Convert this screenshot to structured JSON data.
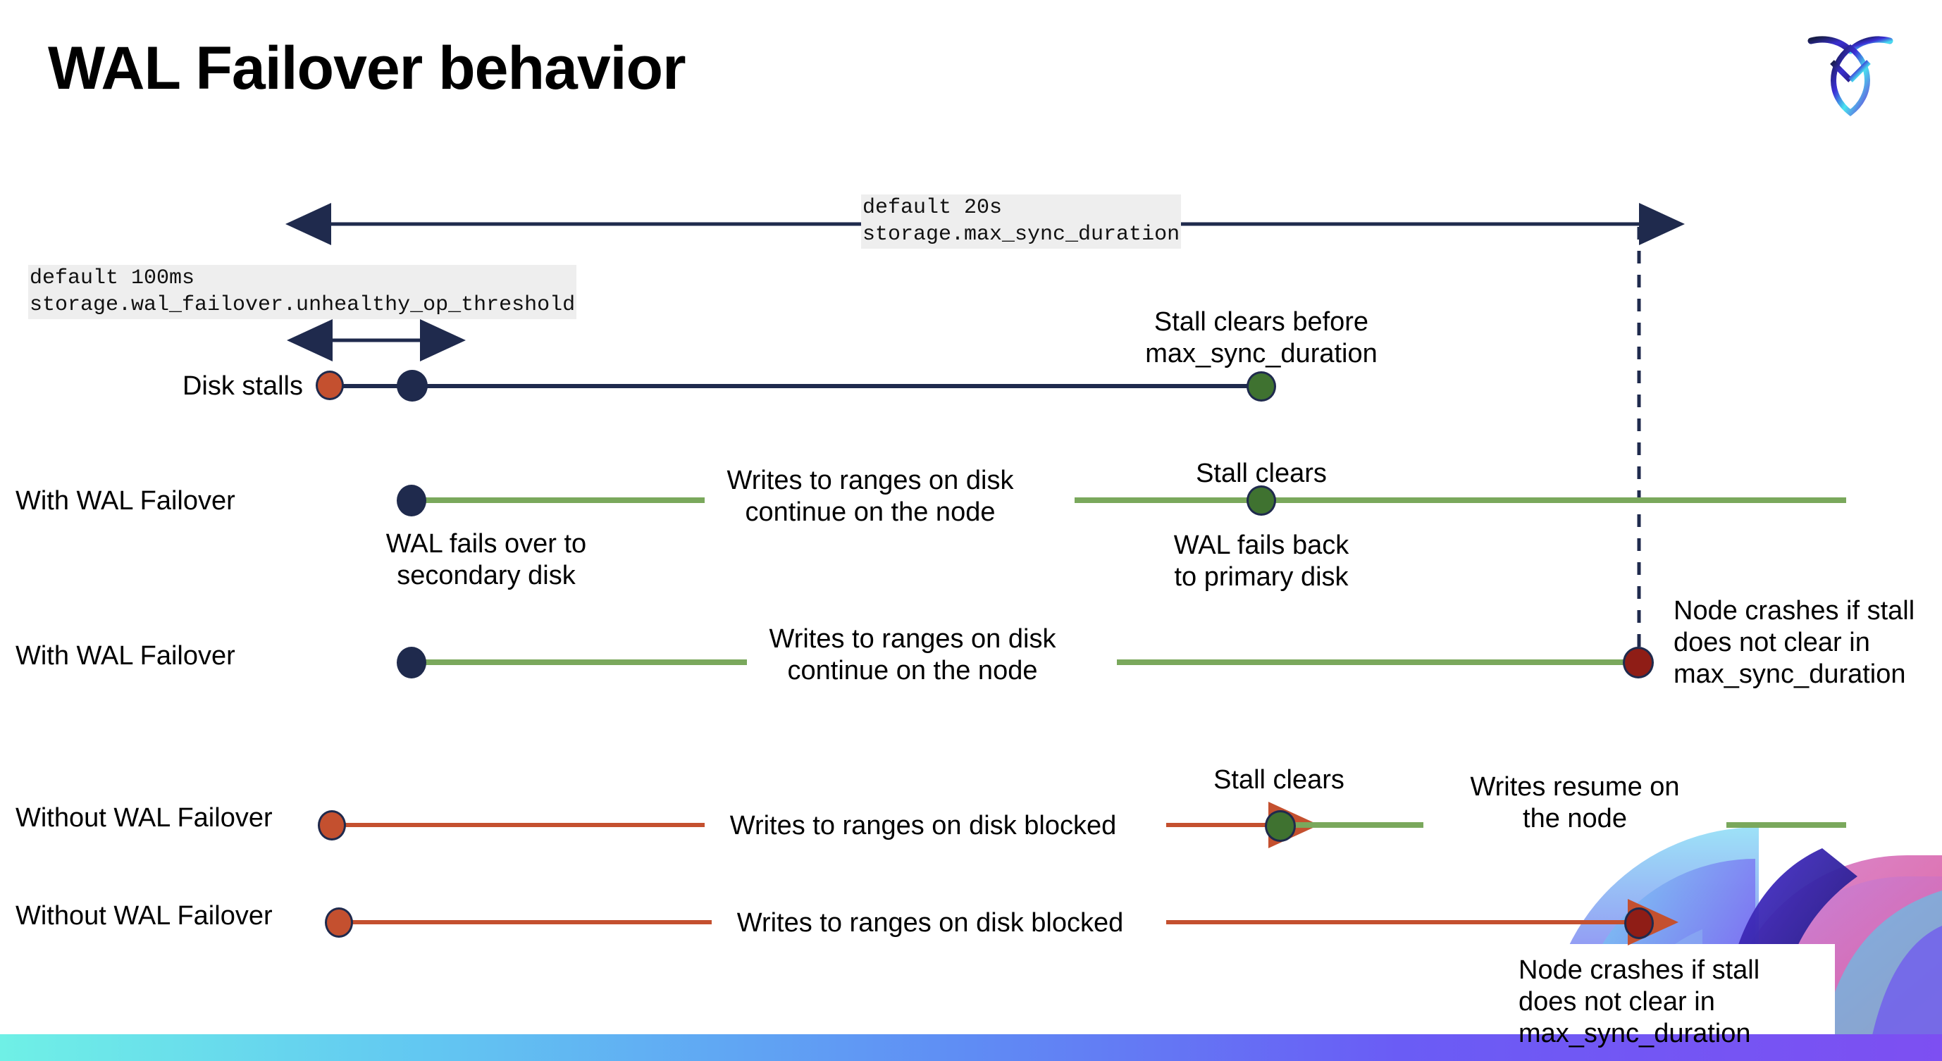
{
  "slide": {
    "title": "WAL Failover behavior",
    "logo_name": "cockroachdb-logo"
  },
  "colors": {
    "navy": "#1f2a4d",
    "green_line": "#7aa85c",
    "green_dot": "#3f7230",
    "orange": "#c4502f",
    "dark_red": "#8f1d16",
    "chip_bg": "#eeeeee"
  },
  "annotations": {
    "max_sync": {
      "line1": "default 20s",
      "line2": "storage.max_sync_duration"
    },
    "unhealthy_op": {
      "line1": "default 100ms",
      "line2": "storage.wal_failover.unhealthy_op_threshold"
    }
  },
  "rows": [
    {
      "id": "disk-stalls",
      "label": "Disk stalls",
      "notes": [
        "Stall clears before\nmax_sync_duration"
      ]
    },
    {
      "id": "with-wal-failover-1",
      "label": "With WAL Failover",
      "notes": [
        "Writes to ranges on disk\ncontinue on the node",
        "Stall clears",
        "WAL fails over to\nsecondary disk",
        "WAL fails  back\nto primary disk"
      ]
    },
    {
      "id": "with-wal-failover-2",
      "label": "With WAL Failover",
      "notes": [
        "Writes to ranges on disk\ncontinue on the node",
        "Node crashes if stall\ndoes not clear in\nmax_sync_duration"
      ]
    },
    {
      "id": "without-wal-failover-1",
      "label": "Without WAL Failover",
      "notes": [
        "Writes to ranges on disk  blocked",
        "Stall clears",
        "Writes resume on\nthe node"
      ]
    },
    {
      "id": "without-wal-failover-2",
      "label": "Without WAL Failover",
      "notes": [
        "Writes to ranges on disk  blocked",
        "Node crashes if stall\ndoes not clear in\nmax_sync_duration"
      ]
    }
  ]
}
